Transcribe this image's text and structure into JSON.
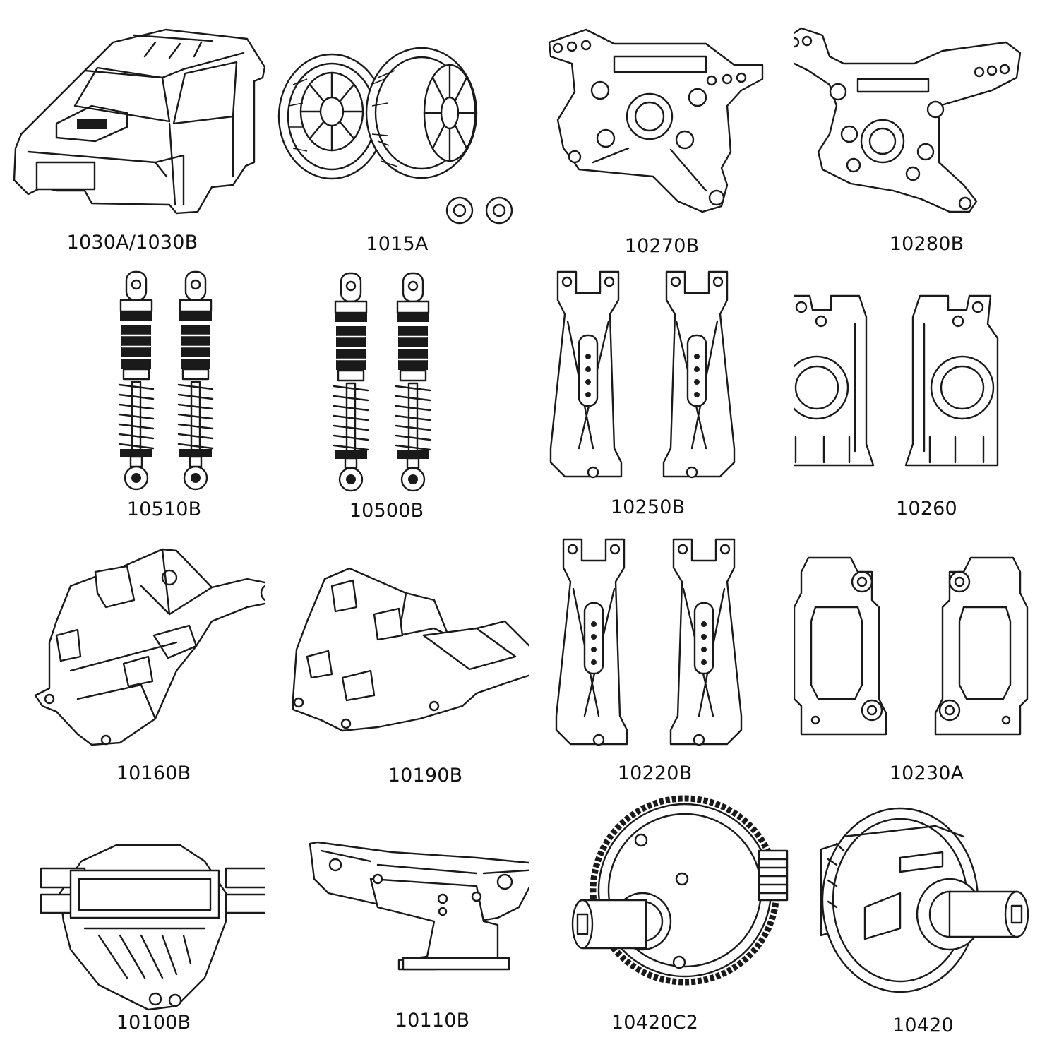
{
  "parts": [
    {
      "code": "1030A/1030B",
      "icon": "car-body-shell-icon"
    },
    {
      "code": "1015A",
      "icon": "tire-pair-icon"
    },
    {
      "code": "10270B",
      "icon": "shock-tower-icon"
    },
    {
      "code": "10280B",
      "icon": "shock-tower-icon"
    },
    {
      "code": "10510B",
      "icon": "shock-absorber-pair-icon"
    },
    {
      "code": "10500B",
      "icon": "shock-absorber-pair-icon"
    },
    {
      "code": "10250B",
      "icon": "suspension-arm-pair-icon"
    },
    {
      "code": "10260",
      "icon": "steering-hub-pair-icon"
    },
    {
      "code": "10160B",
      "icon": "gearbox-housing-icon"
    },
    {
      "code": "10190B",
      "icon": "gearbox-housing-icon"
    },
    {
      "code": "10220B",
      "icon": "suspension-arm-pair-icon"
    },
    {
      "code": "10230A",
      "icon": "c-hub-pair-icon"
    },
    {
      "code": "10100B",
      "icon": "skid-plate-icon"
    },
    {
      "code": "10110B",
      "icon": "bumper-icon"
    },
    {
      "code": "10420C2",
      "icon": "spur-gear-differential-icon"
    },
    {
      "code": "10420",
      "icon": "differential-icon"
    }
  ]
}
